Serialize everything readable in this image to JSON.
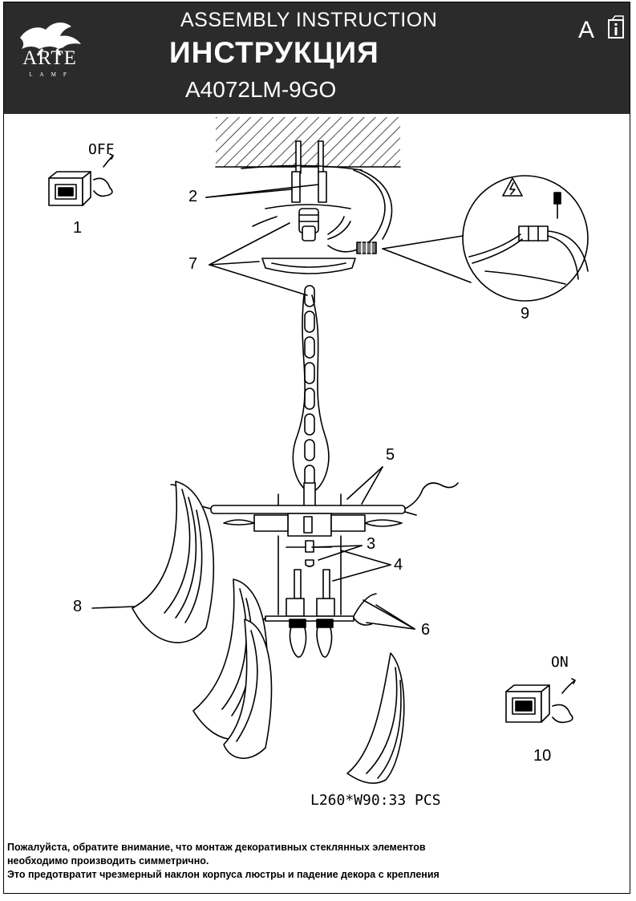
{
  "header": {
    "logo_text": "ARTE",
    "logo_subtext": "LAMP",
    "title_en": "ASSEMBLY INSTRUCTION",
    "title_ru": "ИНСТРУКЦИЯ",
    "model": "A4072LM-9GO",
    "brand_mark": "A",
    "info_icon": "info-book-icon"
  },
  "steps": {
    "switch_off_label": "OFF",
    "switch_off_number": "1",
    "switch_on_label": "ON",
    "switch_on_number": "10"
  },
  "callouts": [
    "2",
    "7",
    "9",
    "5",
    "3",
    "4",
    "8",
    "6"
  ],
  "glass_spec": "L260*W90:33 PCS",
  "note_lines": [
    "Пожалуйста, обратите внимание, что монтаж  декоративных стеклянных элементов",
    "необходимо производить симметрично.",
    "Это предотвратит чрезмерный наклон корпуса люстры и падение  декора с крепления"
  ]
}
